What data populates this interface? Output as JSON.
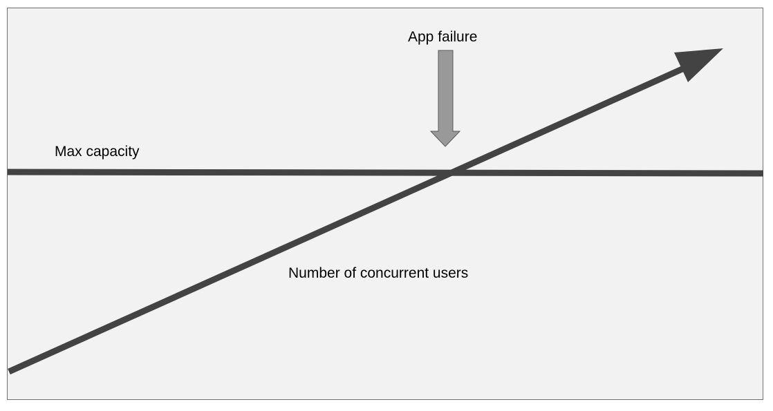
{
  "diagram": {
    "labels": {
      "app_failure": "App failure",
      "max_capacity": "Max capacity",
      "concurrent_users": "Number of concurrent users"
    },
    "colors": {
      "background": "#f2f2f2",
      "border": "#6f6f6f",
      "line": "#434343",
      "failure_arrow_fill": "#999999",
      "failure_arrow_stroke": "#595959"
    }
  }
}
